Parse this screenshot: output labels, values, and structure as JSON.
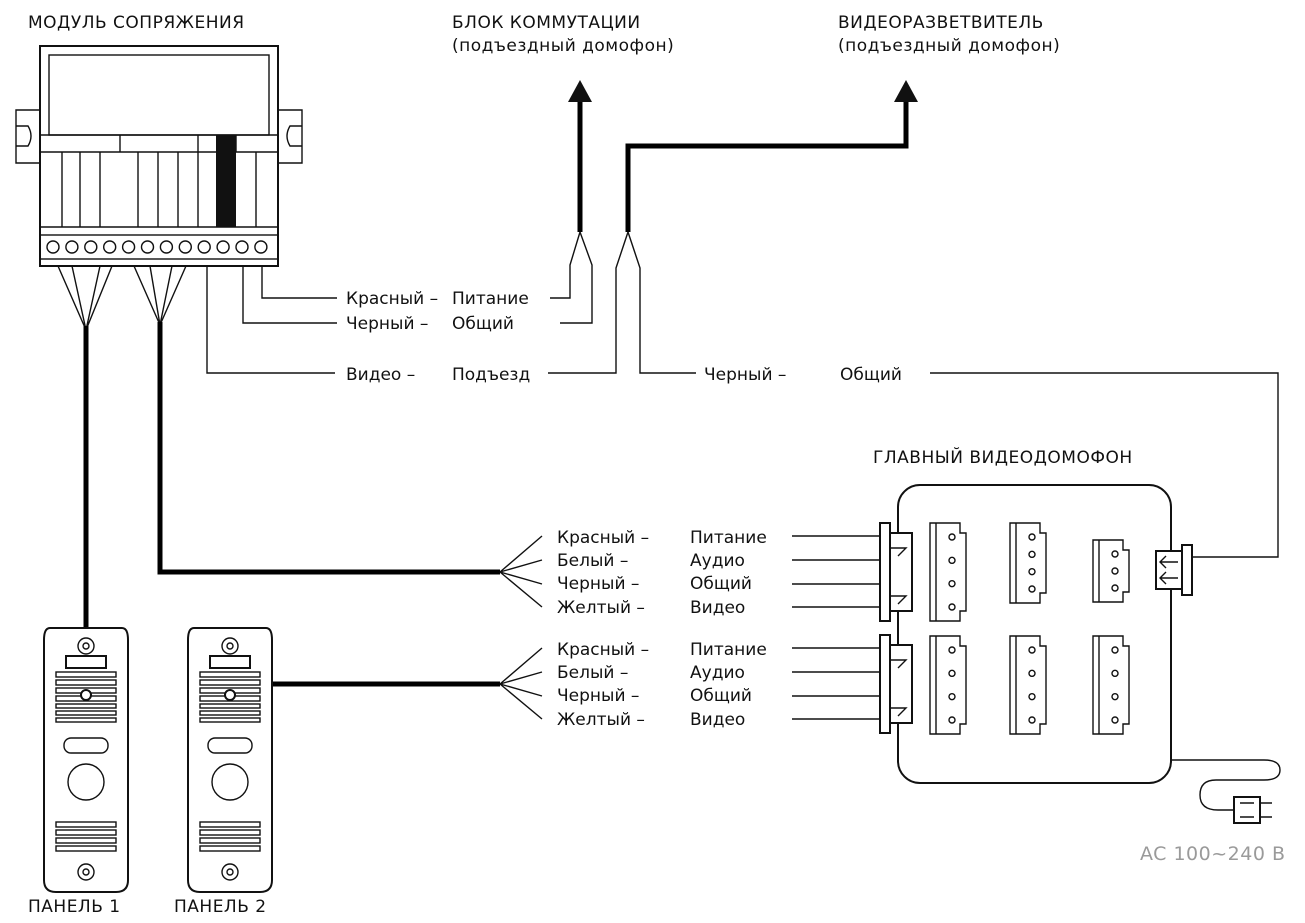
{
  "titles": {
    "module": "МОДУЛЬ СОПРЯЖЕНИЯ",
    "switch_block": "БЛОК КОММУТАЦИИ",
    "switch_block_sub": "(подъездный домофон)",
    "splitter": "ВИДЕОРАЗВЕТВИТЕЛЬ",
    "splitter_sub": "(подъездный домофон)",
    "main_monitor": "ГЛАВНЫЙ ВИДЕОДОМОФОН",
    "panel1": "ПАНЕЛЬ 1",
    "panel2": "ПАНЕЛЬ 2",
    "power": "AC 100~240 В"
  },
  "module_wires": {
    "red": "Красный –",
    "red_fn": "Питание",
    "black": "Черный –",
    "black_fn": "Общий",
    "video": "Видео –",
    "video_fn": "Подъезд",
    "splitter_black": "Черный –",
    "splitter_black_fn": "Общий"
  },
  "bundles": [
    {
      "colors": [
        "Красный –",
        "Белый –",
        "Черный –",
        "Желтый –"
      ],
      "functions": [
        "Питание",
        "Аудио",
        "Общий",
        "Видео"
      ]
    },
    {
      "colors": [
        "Красный –",
        "Белый –",
        "Черный –",
        "Желтый –"
      ],
      "functions": [
        "Питание",
        "Аудио",
        "Общий",
        "Видео"
      ]
    }
  ]
}
